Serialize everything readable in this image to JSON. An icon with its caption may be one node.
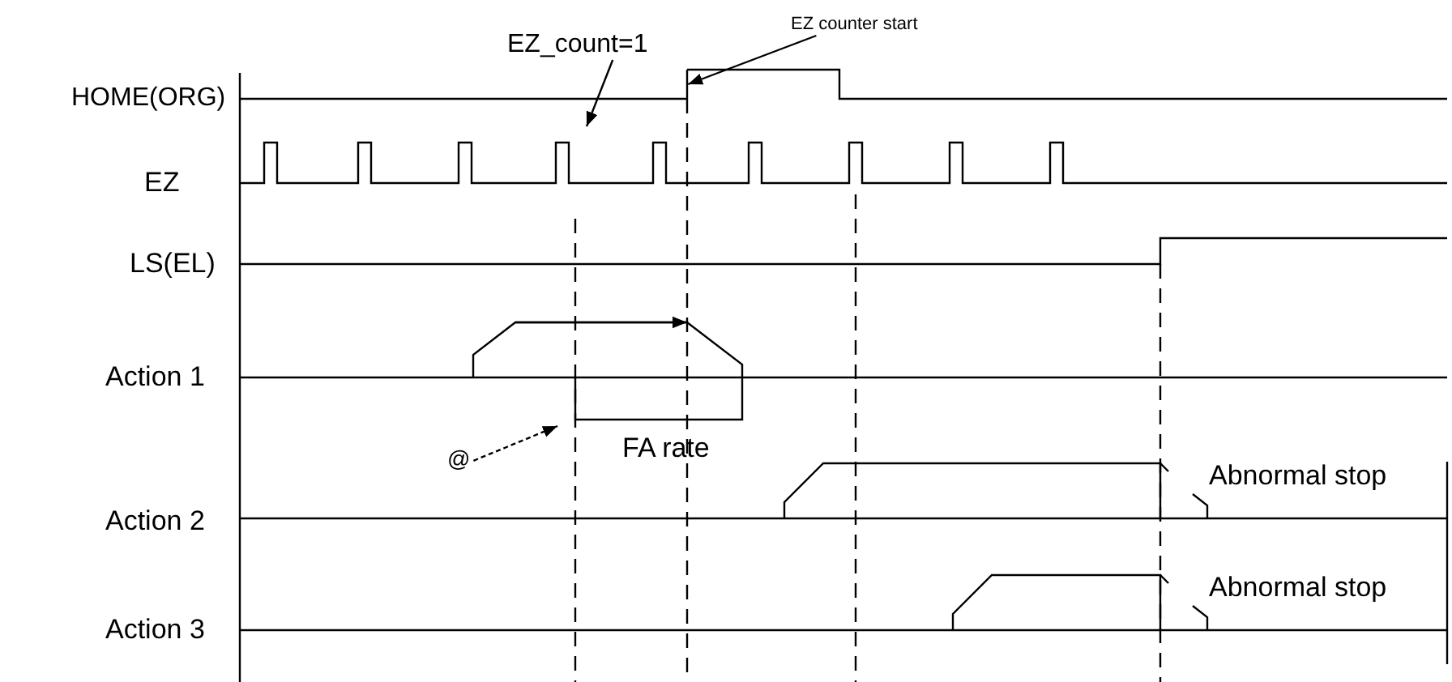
{
  "diagram": {
    "nodes": [
      {
        "text": [
          "EZ_count=1"
        ]
      },
      {
        "text": [
          "EZ counter start"
        ]
      },
      {
        "text": [
          "@"
        ]
      },
      {
        "text": [],
        "shape": "line"
      }
    ],
    "edges": [
      {
        "from": 0,
        "to": null,
        "arrow": "to"
      },
      {
        "from": 1,
        "to": 3,
        "arrow": "to"
      },
      {
        "from": 2,
        "to": null,
        "arrow": "to",
        "style": "dashed"
      }
    ],
    "labels": [
      "HOME(ORG)",
      "EZ",
      "LS(EL)",
      "Action 1",
      "FA rate",
      "Action 2",
      "Abnormal stop",
      "Action 3",
      "Abnormal stop"
    ]
  }
}
